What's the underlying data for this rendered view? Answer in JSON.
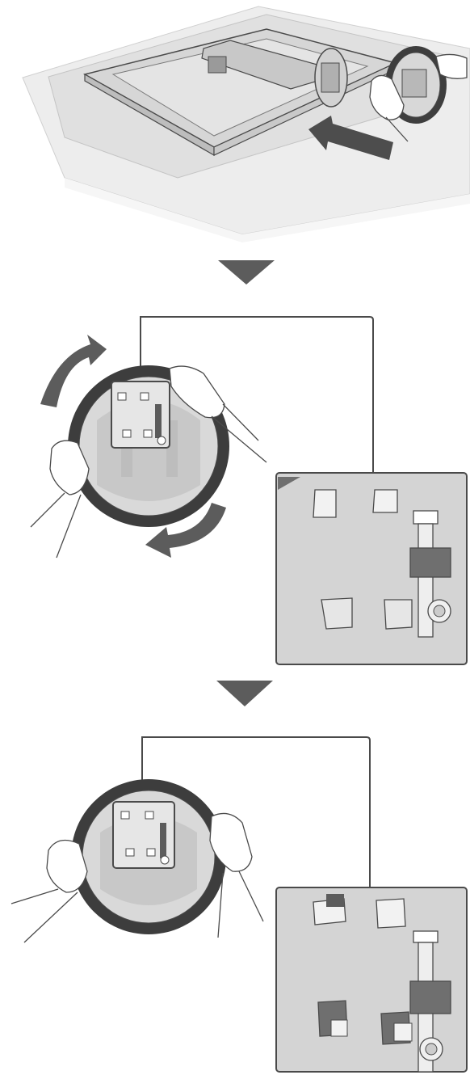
{
  "figure": {
    "steps": [
      {
        "id": "step-1",
        "action": "attach-stand-base"
      },
      {
        "id": "step-2",
        "action": "rotate-base-to-lock"
      },
      {
        "id": "step-3",
        "action": "base-locked"
      }
    ],
    "step_separators": [
      "down-arrow-icon",
      "down-arrow-icon"
    ],
    "rotation_arrows": [
      "rotate-clockwise-icon",
      "rotate-clockwise-icon"
    ],
    "insert_arrow": "push-arrow-icon",
    "colors": {
      "background": "#ffffff",
      "light_gray": "#e4e4e4",
      "mid_gray": "#c8c8c8",
      "dark_gray": "#6f6f6f",
      "outline": "#4a4a4a"
    }
  }
}
